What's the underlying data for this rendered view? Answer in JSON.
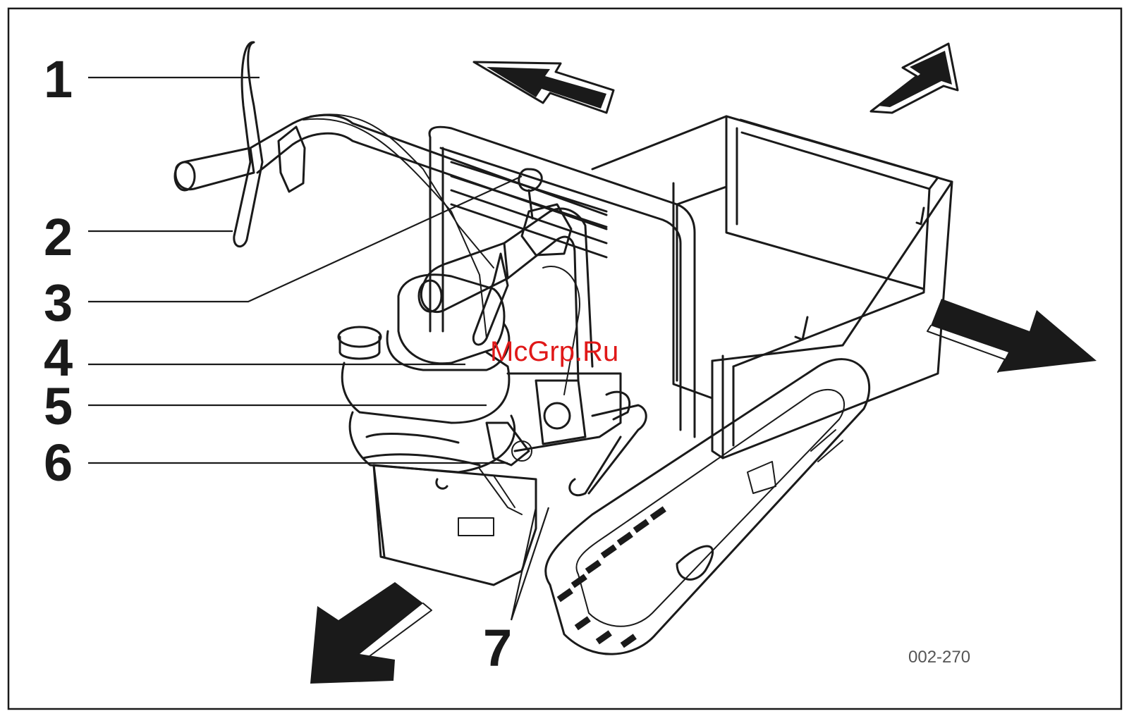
{
  "callouts": [
    {
      "label": "1"
    },
    {
      "label": "2"
    },
    {
      "label": "3"
    },
    {
      "label": "4"
    },
    {
      "label": "5"
    },
    {
      "label": "6"
    },
    {
      "label": "7"
    }
  ],
  "watermark": "McGrp.Ru",
  "figure_code": "002-270",
  "colors": {
    "ink": "#1a1a1a",
    "watermark": "#e01818",
    "background": "#ffffff"
  }
}
